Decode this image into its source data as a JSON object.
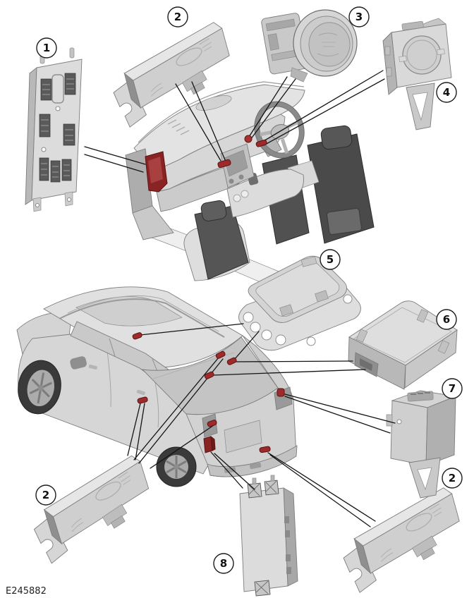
{
  "figure": {
    "code": "E245882"
  },
  "callouts": [
    {
      "number": "1",
      "component": "interior-junction-box-module"
    },
    {
      "number": "2",
      "component": "keyless-antenna-instrument-panel"
    },
    {
      "number": "3",
      "component": "engine-start-stop-switch"
    },
    {
      "number": "4",
      "component": "bracket-module-steering-column"
    },
    {
      "number": "5",
      "component": "control-module-with-mounting-plate"
    },
    {
      "number": "6",
      "component": "control-module-box"
    },
    {
      "number": "7",
      "component": "bracket-module-rear-quarter"
    },
    {
      "number": "2",
      "component": "keyless-antenna-left-rear"
    },
    {
      "number": "8",
      "component": "keyless-entry-control-module"
    },
    {
      "number": "2",
      "component": "keyless-antenna-rear-bumper"
    }
  ],
  "colors": {
    "background": "#ffffff",
    "leader_line": "#141414",
    "marker_red": "#9E2B2B",
    "marker_red_dark": "#5C1212",
    "panel_red": "#8A2424",
    "body_gray_light": "#E3E3E3",
    "body_gray": "#D6D6D6",
    "body_gray_dark": "#A8A8A8",
    "seat_gray": "#4E4E4E"
  }
}
